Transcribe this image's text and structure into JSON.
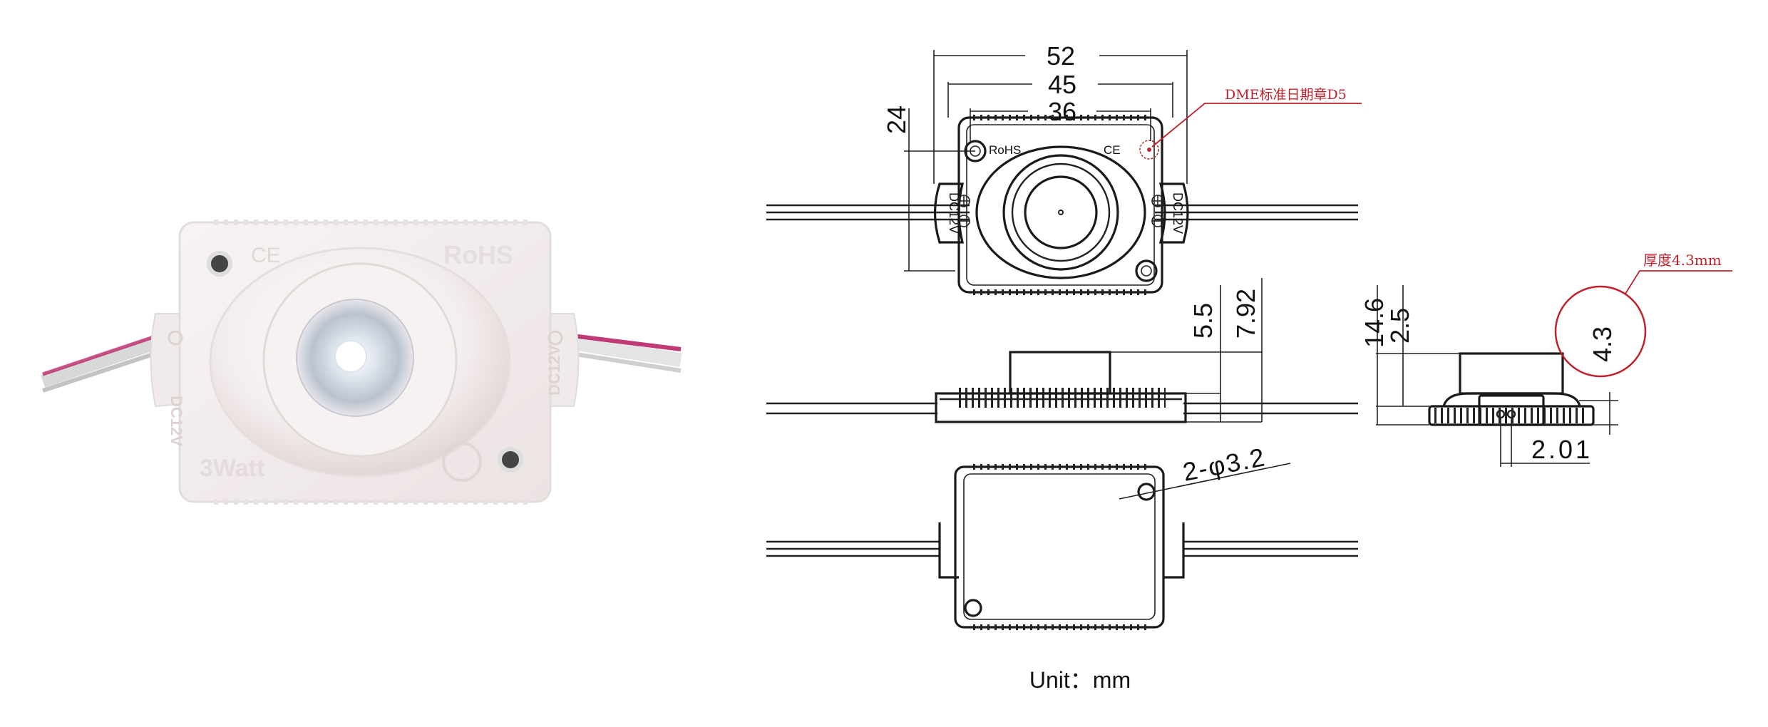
{
  "photo": {
    "mark_ce": "CE",
    "mark_rohs": "RoHS",
    "mark_power": "3Watt",
    "mark_voltage_left": "DC12V",
    "mark_voltage_right": "DC12V"
  },
  "top_view": {
    "dim_overall": "52",
    "dim_mid": "45",
    "dim_hole": "36",
    "dim_height": "24",
    "label_rohs": "RoHS",
    "label_ce": "CE",
    "label_voltage_left": "DC12V",
    "label_voltage_right": "DC12V",
    "annotation_stamp": "DME标准日期章D5"
  },
  "side_view": {
    "dim_a": "5.5",
    "dim_b": "7.92"
  },
  "end_view": {
    "dim_total": "14.6",
    "dim_top": "2.5",
    "dim_thickness": "4.3",
    "dim_pin": "2.01",
    "annotation_thickness": "厚度4.3mm"
  },
  "bottom_view": {
    "dim_holes": "2-φ3.2"
  },
  "unit_label": "Unit：mm",
  "colors": {
    "annotation": "#c0212a",
    "line": "#222222",
    "module_body": "#f4efee"
  }
}
